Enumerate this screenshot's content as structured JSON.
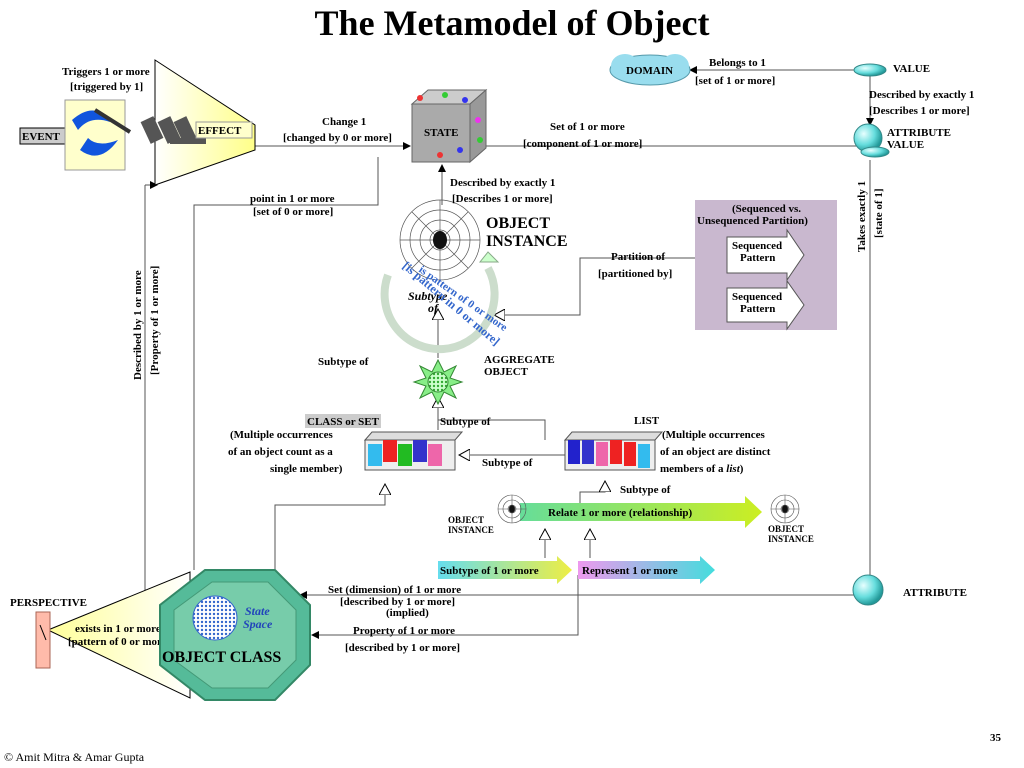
{
  "title": "The Metamodel of Object",
  "footer": "© Amit Mitra & Amar Gupta",
  "page_number": "35",
  "nodes": {
    "event": "EVENT",
    "effect": "EFFECT",
    "state": "STATE",
    "domain": "DOMAIN",
    "value": "VALUE",
    "attribute_value_1": "ATTRIBUTE",
    "attribute_value_2": "VALUE",
    "object_instance_1": "OBJECT",
    "object_instance_2": "INSTANCE",
    "aggregate_1": "AGGREGATE",
    "aggregate_2": "OBJECT",
    "class_or_set": "CLASS or SET",
    "list": "LIST",
    "small_instance_1": "OBJECT",
    "small_instance_2": "INSTANCE",
    "perspective": "PERSPECTIVE",
    "object_class": "OBJECT CLASS",
    "state_space_1": "State",
    "state_space_2": "Space",
    "attribute": "ATTRIBUTE"
  },
  "labels": {
    "triggers_1": "Triggers 1 or more",
    "triggers_2": "[triggered by 1]",
    "change_1": "Change 1",
    "change_2": "[changed by 0 or more]",
    "belongs_1": "Belongs to 1",
    "belongs_2": "[set of 1 or more]",
    "described_exactly_1": "Described by exactly 1",
    "described_exactly_2": "[Describes 1 or more]",
    "set_of_1": "Set of 1 or more",
    "set_of_2": "[component of 1 or more]",
    "point_in_1": "point in 1 or more",
    "point_in_2": "[set of 0 or more]",
    "described_by_exactly_1": "Described by exactly 1",
    "described_by_exactly_2": "[Describes 1 or more]",
    "described_by_1_or_more_1": "Described by 1 or more",
    "described_by_1_or_more_2": "[Property of 1 or more]",
    "takes_exactly_1": "Takes exactly 1",
    "takes_exactly_2": "[state of 1]",
    "seq_title_1": "(Sequenced vs.",
    "seq_title_2": "Unsequenced Partition)",
    "sequenced_pattern_1": "Sequenced",
    "sequenced_pattern_2": "Pattern",
    "partition_1": "Partition of",
    "partition_2": "[partitioned by]",
    "subtype_of_italic_1": "Subtype",
    "subtype_of_italic_2": "of",
    "is_pattern_in_1": "is pattern of 0 or more",
    "is_pattern_in_2": "[is pattern in 0 or more]",
    "subtype_of_agg": "Subtype of",
    "subtype_of_class": "Subtype of",
    "subtype_of_list": "Subtype of",
    "subtype_of_rel": "Subtype of",
    "class_desc_1": "(Multiple occurrences",
    "class_desc_2": "of an object count as a",
    "class_desc_3": "single member)",
    "list_desc_1": "(Multiple occurrences",
    "list_desc_2": "of an object are distinct",
    "list_desc_3": "members of a",
    "list_desc_4": "list",
    "list_desc_5": ")",
    "relate": "Relate 1 or more (relationship)",
    "subtype_of_1_or_more": "Subtype of 1 or more",
    "represent_1_or_more": "Represent 1 or more",
    "set_dimension_1": "Set (dimension) of 1 or more",
    "set_dimension_2": "[described by 1 or more]",
    "set_dimension_3": "(implied)",
    "property_of_1": "Property of 1 or more",
    "property_of_2": "[described by 1 or more]",
    "exists_in_1": "exists in 1 or more",
    "exists_in_2": "[pattern of 0 or more]"
  },
  "colors": {
    "effect_beam": "#ffff99",
    "domain_cloud": "#99ddee",
    "attribute_sphere": "#66dddd",
    "seq_panel": "#c9b8cf",
    "object_class": "#55bb99",
    "relate_arrow": "#66dd66",
    "subtype_arrow": "#bbee33",
    "represent_arrow": "#ee88ee",
    "perspective": "#ffbbaa"
  }
}
